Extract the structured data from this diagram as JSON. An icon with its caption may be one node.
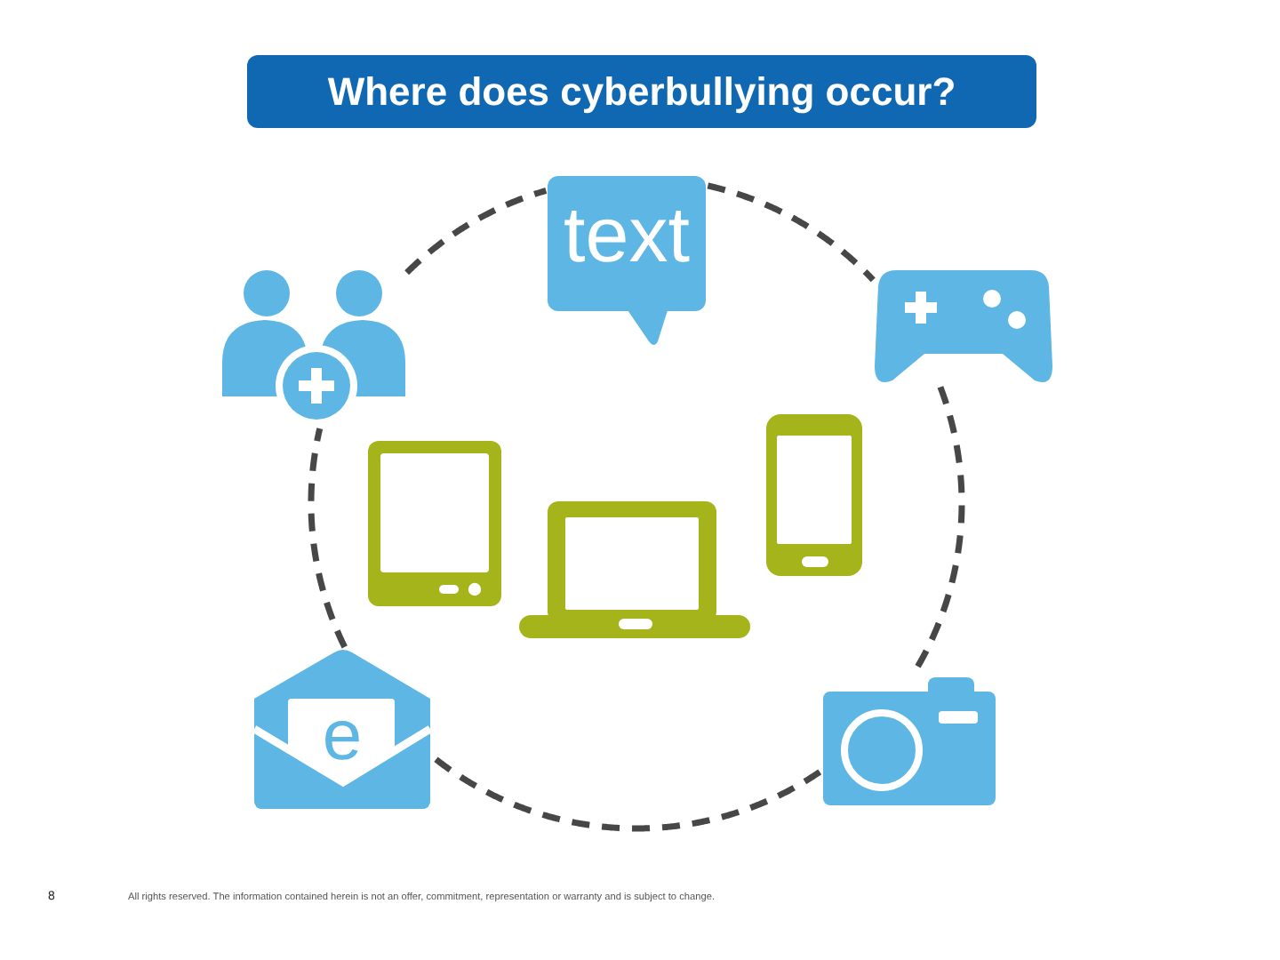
{
  "diagram": {
    "title": "Where does cyberbullying occur?",
    "nodes": [
      {
        "text": [
          "text"
        ]
      },
      {
        "text": [],
        "shape": "picture"
      },
      {
        "text": [],
        "shape": "picture"
      },
      {
        "text": [],
        "shape": "picture"
      },
      {
        "text": [],
        "shape": "picture"
      },
      {
        "text": [],
        "shape": "picture"
      },
      {
        "text": [
          "e"
        ]
      },
      {
        "text": [],
        "shape": "picture"
      }
    ],
    "edges": [
      {
        "from": 0,
        "to": 2,
        "arrow": "none",
        "style": "dashed"
      },
      {
        "from": 2,
        "to": 7,
        "arrow": "none",
        "style": "dashed"
      },
      {
        "from": 7,
        "to": 6,
        "arrow": "none",
        "style": "dashed"
      },
      {
        "from": 6,
        "to": 1,
        "arrow": "none",
        "style": "dashed"
      },
      {
        "from": 1,
        "to": 0,
        "arrow": "none",
        "style": "dashed"
      }
    ],
    "labels": [
      "8",
      "All rights reserved. The information contained herein is not an offer, commitment, representation or warranty and is subject to change."
    ]
  }
}
